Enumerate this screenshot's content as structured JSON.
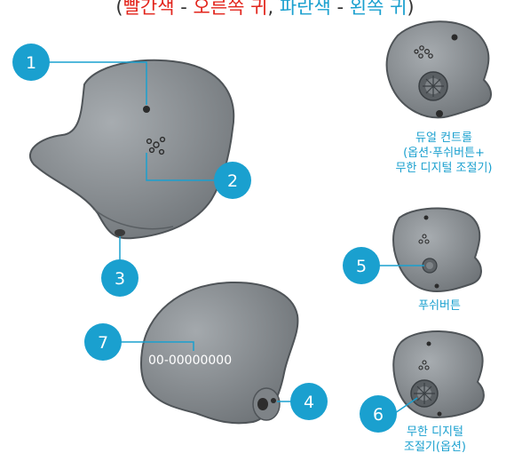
{
  "header": {
    "open": "(",
    "red": "빨간색",
    "sep1": " - ",
    "right_ear": "오른쪽 귀",
    "comma": ", ",
    "blue": "파란색",
    "sep2": " - ",
    "left_ear": "왼쪽 귀",
    "close": ")"
  },
  "callouts": [
    "1",
    "2",
    "3",
    "4",
    "5",
    "6",
    "7"
  ],
  "serial": "00-00000000",
  "captions": {
    "dual": "듀얼 컨트롤\n(옵션·푸쉬버튼+\n무한 디지털 조절기)",
    "push": "푸쉬버튼",
    "dial": "무한 디지털\n조절기(옵션)"
  },
  "colors": {
    "red": "#e2231a",
    "blue": "#1aa0cf",
    "shell": "#8e9397",
    "shell_dark": "#6e7377",
    "circle": "#1aa0cf"
  }
}
